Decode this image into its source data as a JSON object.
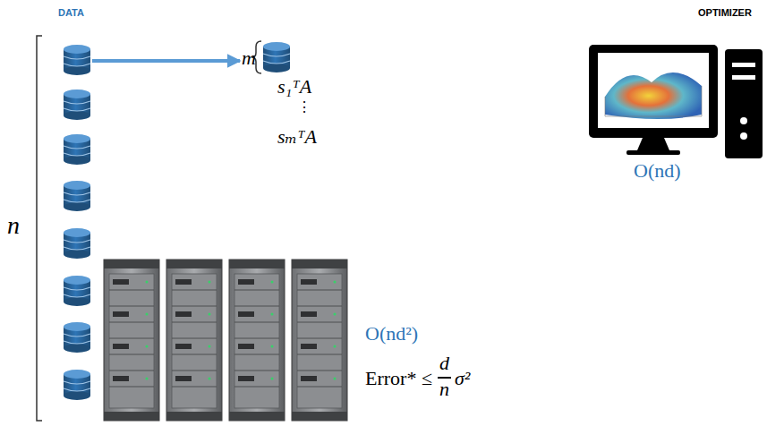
{
  "diagram": {
    "nodes": [
      {
        "text": [
          "DATA"
        ]
      },
      {
        "text": [
          "OPTIMIZER"
        ]
      }
    ],
    "edges": [
      {
        "from": 0,
        "to": 1,
        "arrow": "to"
      }
    ],
    "labels": [
      "n",
      "s₁ᵀA",
      "⋮",
      "sₘᵀA",
      "m",
      "O(nd)",
      "O(nd²)",
      "Error* ≤",
      "d",
      "n",
      "σ²"
    ]
  }
}
